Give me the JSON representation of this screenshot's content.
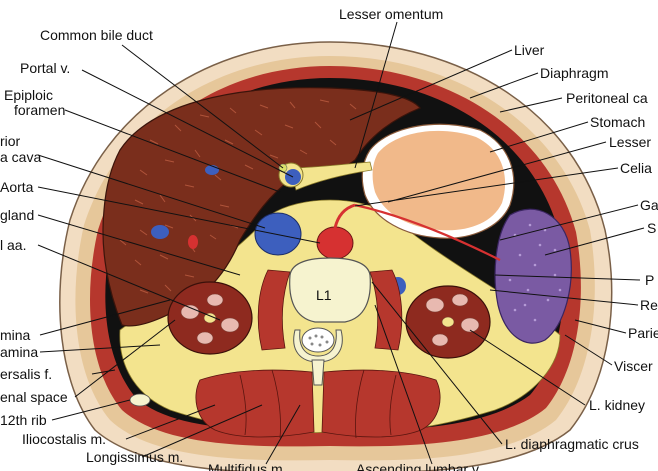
{
  "vertebra_label": "L1",
  "labels": {
    "lesser_omentum_top": "Lesser omentum",
    "common_bile_duct": "Common bile duct",
    "portal_v": "Portal v.",
    "epiploic_1": "Epiploic",
    "epiploic_2": "foramen",
    "ivc_1": "rior",
    "ivc_2": "a cava",
    "aorta": "Aorta",
    "adrenal": "gland",
    "renal_aa": "l aa.",
    "lamina_1": "mina",
    "lamina_2": "amina",
    "transversalis": "ersalis f.",
    "perirenal_space": "enal space",
    "rib12": "12th rib",
    "iliocostalis": "Iliocostalis m.",
    "longissimus": "Longissimus m.",
    "multifidus": "Multifidus m.",
    "ascending_lumbar": "Ascending lumbar v.",
    "l_diaphragmatic_crus": "L. diaphragmatic crus",
    "l_kidney": "L. kidney",
    "visceral": "Viscer",
    "parietal": "Parie",
    "re": "Re",
    "p": "P",
    "s": "S",
    "ga": "Ga",
    "celiac": "Celia",
    "lesser_sac": "Lesser",
    "stomach": "Stomach",
    "peritoneal_cavity": "Peritoneal ca",
    "diaphragm": "Diaphragm",
    "liver": "Liver"
  },
  "colors": {
    "skin": "#f2ddc2",
    "fat_outer": "#e6c79a",
    "muscle": "#b6372d",
    "liver": "#7a2e1c",
    "stomach": "#f1b98a",
    "spleen": "#7a5aa3",
    "fat_yellow": "#f3e48e",
    "vein": "#3d5fbe",
    "artery": "#d63131",
    "kidney": "#8e2a1f",
    "vertebra": "#f6f3cf",
    "cavity": "#111111"
  }
}
